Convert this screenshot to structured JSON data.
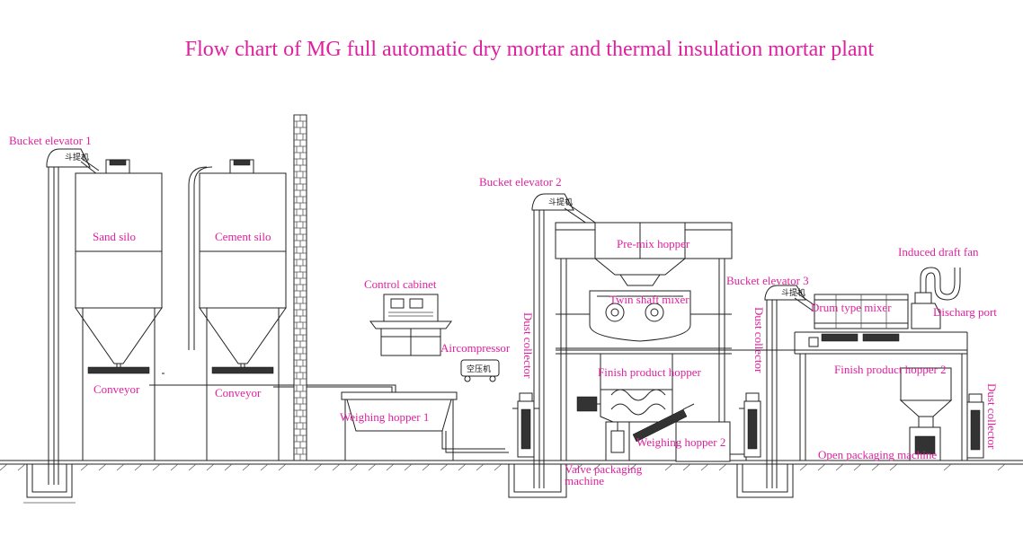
{
  "title": "Flow chart of MG full automatic dry mortar and thermal insulation mortar plant",
  "labels": {
    "bucket_elevator_1": "Bucket elevator 1",
    "bucket_elevator_2": "Bucket elevator 2",
    "bucket_elevator_3": "Bucket elevator 3",
    "sand_silo": "Sand silo",
    "cement_silo": "Cement silo",
    "conveyor_1": "Conveyor",
    "conveyor_2": "Conveyor",
    "control_cabinet": "Control cabinet",
    "aircompressor": "Aircompressor",
    "aircompressor_stamp": "空压机",
    "weighing_hopper_1": "Weighing hopper 1",
    "weighing_hopper_2": "Weighing hopper 2",
    "pre_mix_hopper": "Pre-mix hopper",
    "twin_shaft_mixer": "Twin shaft mixer",
    "finish_product_hopper": "Finish product hopper",
    "finish_product_hopper_2": "Finish product hopper 2",
    "dust_collector_1": "Dust collector",
    "dust_collector_2": "Dust collector",
    "dust_collector_3": "Dust collector",
    "valve_packaging_line1": "Valve packaging",
    "valve_packaging_line2": "machine",
    "drum_type_mixer": "Drum type mixer",
    "induced_draft_fan": "Induced draft fan",
    "discharge_port": "Discharg port",
    "open_packaging_machine": "Open packaging machine"
  },
  "elevator_stamp": "斗提机",
  "colors": {
    "label": "#e0209e",
    "line": "#222222"
  }
}
